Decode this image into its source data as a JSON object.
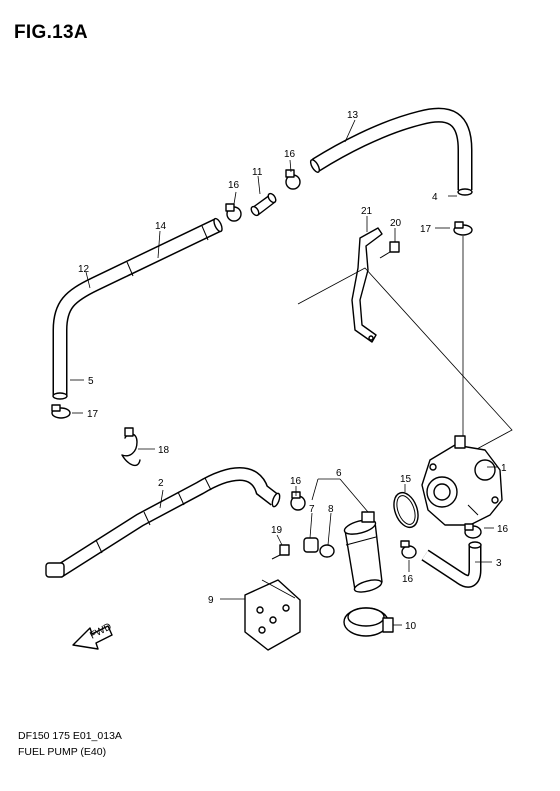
{
  "header": {
    "title": "FIG.13A"
  },
  "footer": {
    "code": "DF150 175 E01_013A",
    "name": "FUEL PUMP (E40)"
  },
  "callouts": {
    "c1": "1",
    "c2": "2",
    "c3": "3",
    "c4": "4",
    "c5": "5",
    "c6": "6",
    "c7": "7",
    "c8": "8",
    "c9": "9",
    "c10": "10",
    "c11": "11",
    "c12": "12",
    "c13": "13",
    "c14": "14",
    "c15": "15",
    "c16a": "16",
    "c16b": "16",
    "c16c": "16",
    "c16d": "16",
    "c16e": "16",
    "c17a": "17",
    "c17b": "17",
    "c18": "18",
    "c19": "19",
    "c20": "20",
    "c21": "21"
  },
  "fwd_label": "FWD"
}
